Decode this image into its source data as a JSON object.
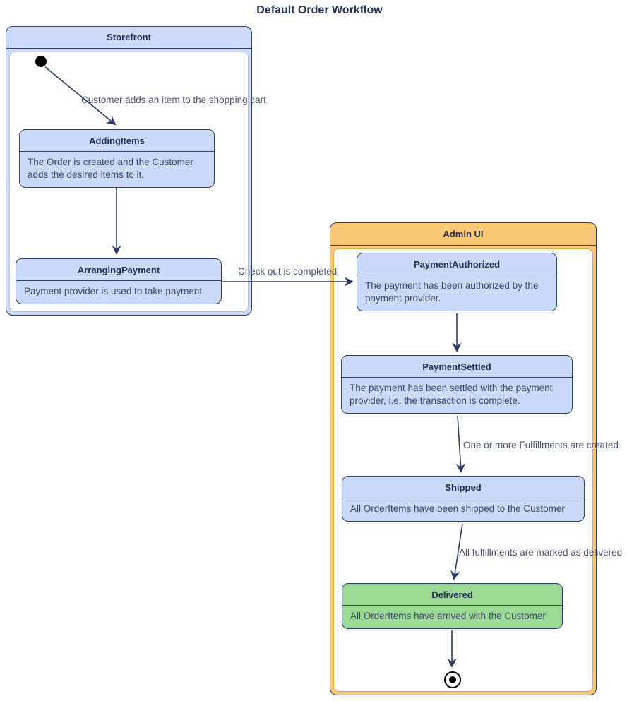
{
  "diagram": {
    "title": "Default Order Workflow",
    "type": "state-diagram",
    "colors": {
      "state_fill": "#c9d9f7",
      "state_border": "#2e3c6b",
      "storefront_header_fill": "#ccdaf8",
      "storefront_inner_border": "#a9c3f1",
      "admin_header_fill": "#f8c877",
      "admin_inner_border": "#eda942",
      "delivered_fill": "#9bda93",
      "arrow": "#2c3a67",
      "title_text": "#1f2c56",
      "body_text": "#3d4569"
    }
  },
  "containers": {
    "storefront": {
      "label": "Storefront"
    },
    "admin_ui": {
      "label": "Admin UI"
    }
  },
  "states": {
    "adding_items": {
      "title": "AddingItems",
      "description": "The Order is created and the Customer adds the desired items to it."
    },
    "arranging_payment": {
      "title": "ArrangingPayment",
      "description": "Payment provider is used to take payment"
    },
    "payment_authorized": {
      "title": "PaymentAuthorized",
      "description": "The payment has been authorized by the payment provider."
    },
    "payment_settled": {
      "title": "PaymentSettled",
      "description": "The payment has been settled with the payment provider, i.e. the transaction is complete."
    },
    "shipped": {
      "title": "Shipped",
      "description": "All OrderItems have been shipped to the Customer"
    },
    "delivered": {
      "title": "Delivered",
      "description": "All OrderItems have arrived with the Customer"
    }
  },
  "transitions": {
    "add_item": {
      "label": "Customer adds an item to the shopping cart"
    },
    "checkout": {
      "label": "Check out is completed"
    },
    "fulfillments_created": {
      "label": "One or more Fulfillments are created"
    },
    "marked_delivered": {
      "label": "All fulfillments are marked as delivered"
    }
  }
}
